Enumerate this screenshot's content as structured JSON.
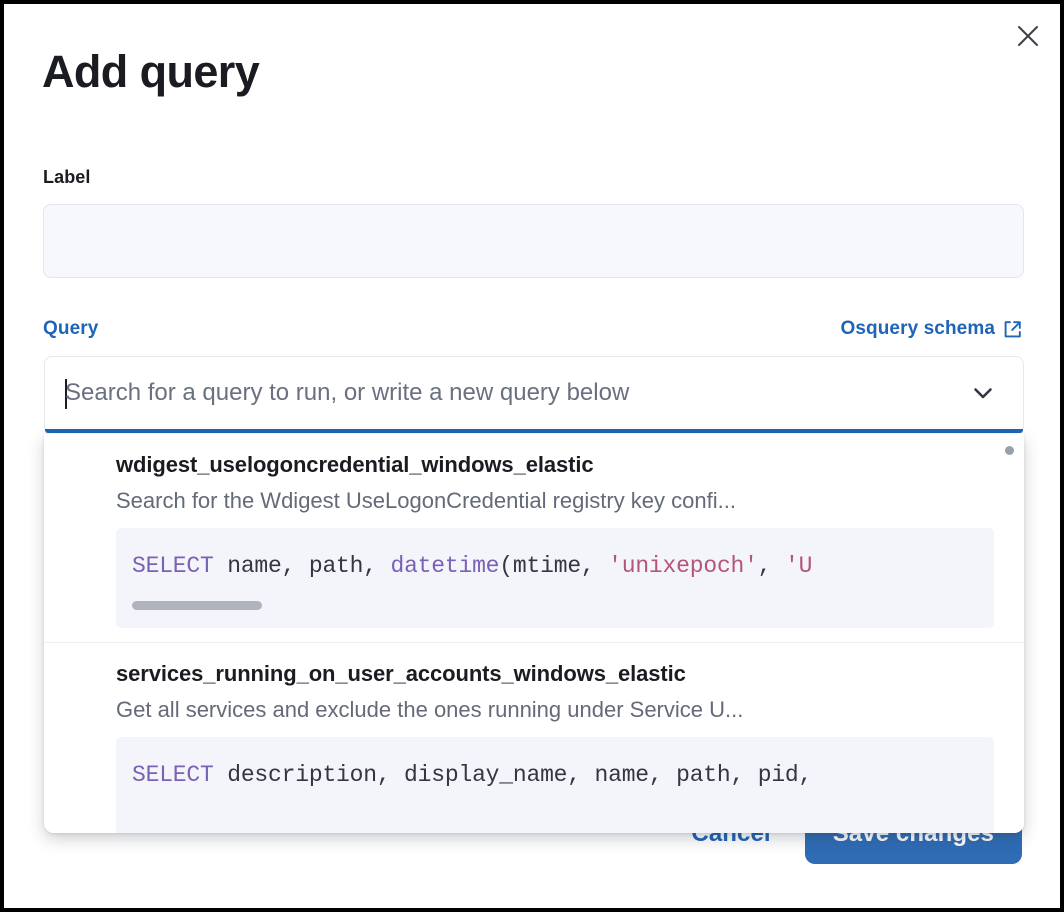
{
  "modal": {
    "title": "Add query",
    "close_icon": "close-icon"
  },
  "form": {
    "label_field": {
      "label": "Label",
      "value": "",
      "placeholder": ""
    },
    "query_field": {
      "label": "Query",
      "schema_link": "Osquery schema",
      "schema_link_icon": "external-link-icon",
      "search_value": "",
      "search_placeholder": "Search for a query to run, or write a new query below",
      "chevron_icon": "chevron-down-icon"
    }
  },
  "dropdown": {
    "options": [
      {
        "title": "wdigest_uselogoncredential_windows_elastic",
        "description": "Search for the Wdigest UseLogonCredential registry key confi...",
        "code": {
          "keyword": "SELECT",
          "after_keyword": " name, path, ",
          "function": "datetime",
          "paren_open": "(",
          "args_before_string": "mtime, ",
          "string1": "'unixepoch'",
          "separator": ", ",
          "string2": "'U"
        },
        "has_horizontal_scrollbar": true
      },
      {
        "title": "services_running_on_user_accounts_windows_elastic",
        "description": "Get all services and exclude the ones running under Service U...",
        "code": {
          "keyword": "SELECT",
          "after_keyword": " description, display_name, name, path, pid,"
        },
        "has_horizontal_scrollbar": false
      }
    ]
  },
  "footer": {
    "cancel_label": "Cancel",
    "save_label": "Save changes"
  },
  "colors": {
    "accent_blue": "#2064b7",
    "primary_button": "#2f6cb5",
    "sql_keyword": "#7b61b5",
    "sql_string": "#b4557a",
    "text_primary": "#1a1c21",
    "text_muted": "#646a78",
    "code_background": "#f4f5fa",
    "input_background": "#f7f8fc"
  }
}
